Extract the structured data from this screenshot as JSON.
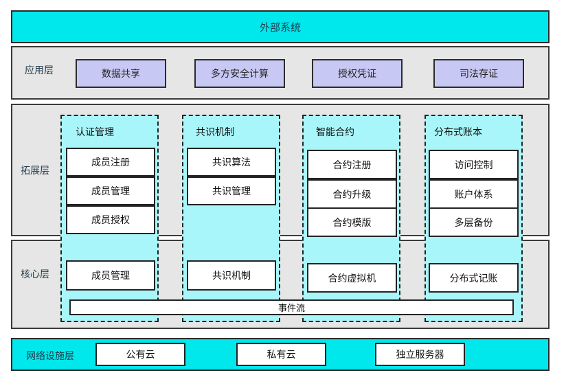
{
  "external": {
    "title": "外部系统"
  },
  "layers": {
    "app": "应用层",
    "ext": "拓展层",
    "core": "核心层",
    "net": "网络设施层"
  },
  "app_items": [
    "数据共享",
    "多方安全计算",
    "授权凭证",
    "司法存证"
  ],
  "columns": [
    {
      "title": "认证管理",
      "ext_items": [
        "成员注册",
        "成员管理",
        "成员授权"
      ],
      "core_item": "成员管理"
    },
    {
      "title": "共识机制",
      "ext_items": [
        "共识算法",
        "共识管理"
      ],
      "core_item": "共识机制"
    },
    {
      "title": "智能合约",
      "ext_items": [
        "合约注册",
        "合约升级",
        "合约模版"
      ],
      "core_item": "合约虚拟机"
    },
    {
      "title": "分布式账本",
      "ext_items": [
        "访问控制",
        "账户体系",
        "多层备份"
      ],
      "core_item": "分布式记账"
    }
  ],
  "event_stream": "事件流",
  "net_items": [
    "公有云",
    "私有云",
    "独立服务器"
  ],
  "colors": {
    "cyan": "#00e8ec",
    "gray": "#e6e6e6",
    "lavender": "#c8c8f4",
    "light_cyan": "#a9f6fa"
  }
}
